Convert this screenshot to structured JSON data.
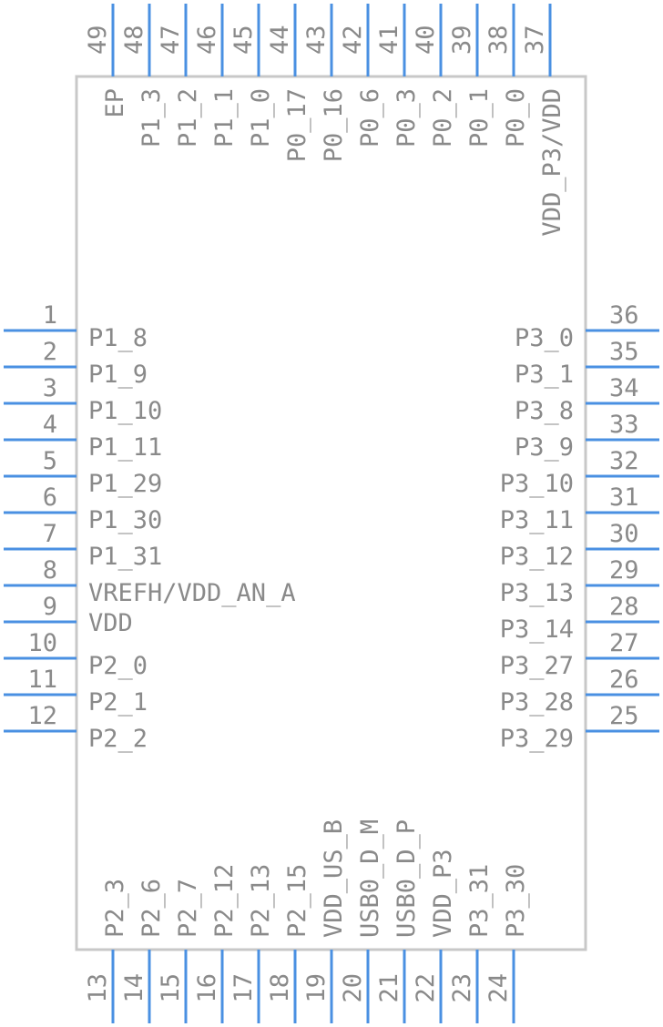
{
  "colors": {
    "body_stroke": "#c8c8c8",
    "pin_stroke": "#4a90e2",
    "text": "#8a8a8a",
    "background": "#ffffff"
  },
  "pins": {
    "left": [
      {
        "num": "1",
        "label": "P1_8"
      },
      {
        "num": "2",
        "label": "P1_9"
      },
      {
        "num": "3",
        "label": "P1_10"
      },
      {
        "num": "4",
        "label": "P1_11"
      },
      {
        "num": "5",
        "label": "P1_29"
      },
      {
        "num": "6",
        "label": "P1_30"
      },
      {
        "num": "7",
        "label": "P1_31"
      },
      {
        "num": "8",
        "label": "VREFH/VDD_AN_A"
      },
      {
        "num": "9",
        "label": "VDD"
      },
      {
        "num": "10",
        "label": "P2_0"
      },
      {
        "num": "11",
        "label": "P2_1"
      },
      {
        "num": "12",
        "label": "P2_2"
      }
    ],
    "right": [
      {
        "num": "36",
        "label": "P3_0"
      },
      {
        "num": "35",
        "label": "P3_1"
      },
      {
        "num": "34",
        "label": "P3_8"
      },
      {
        "num": "33",
        "label": "P3_9"
      },
      {
        "num": "32",
        "label": "P3_10"
      },
      {
        "num": "31",
        "label": "P3_11"
      },
      {
        "num": "30",
        "label": "P3_12"
      },
      {
        "num": "29",
        "label": "P3_13"
      },
      {
        "num": "28",
        "label": "P3_14"
      },
      {
        "num": "27",
        "label": "P3_27"
      },
      {
        "num": "26",
        "label": "P3_28"
      },
      {
        "num": "25",
        "label": "P3_29"
      }
    ],
    "top": [
      {
        "num": "49",
        "label": "EP"
      },
      {
        "num": "48",
        "label": "P1_3"
      },
      {
        "num": "47",
        "label": "P1_2"
      },
      {
        "num": "46",
        "label": "P1_1"
      },
      {
        "num": "45",
        "label": "P1_0"
      },
      {
        "num": "44",
        "label": "P0_17"
      },
      {
        "num": "43",
        "label": "P0_16"
      },
      {
        "num": "42",
        "label": "P0_6"
      },
      {
        "num": "41",
        "label": "P0_3"
      },
      {
        "num": "40",
        "label": "P0_2"
      },
      {
        "num": "39",
        "label": "P0_1"
      },
      {
        "num": "38",
        "label": "P0_0"
      },
      {
        "num": "37",
        "label": "VDD_P3/VDD"
      }
    ],
    "bottom": [
      {
        "num": "13",
        "label": "P2_3"
      },
      {
        "num": "14",
        "label": "P2_6"
      },
      {
        "num": "15",
        "label": "P2_7"
      },
      {
        "num": "16",
        "label": "P2_12"
      },
      {
        "num": "17",
        "label": "P2_13"
      },
      {
        "num": "18",
        "label": "P2_15"
      },
      {
        "num": "19",
        "label": "VDD_US_B"
      },
      {
        "num": "20",
        "label": "USB0_D_M"
      },
      {
        "num": "21",
        "label": "USB0_D_P"
      },
      {
        "num": "22",
        "label": "VDD_P3"
      },
      {
        "num": "23",
        "label": "P3_31"
      },
      {
        "num": "24",
        "label": "P3_30"
      }
    ]
  }
}
